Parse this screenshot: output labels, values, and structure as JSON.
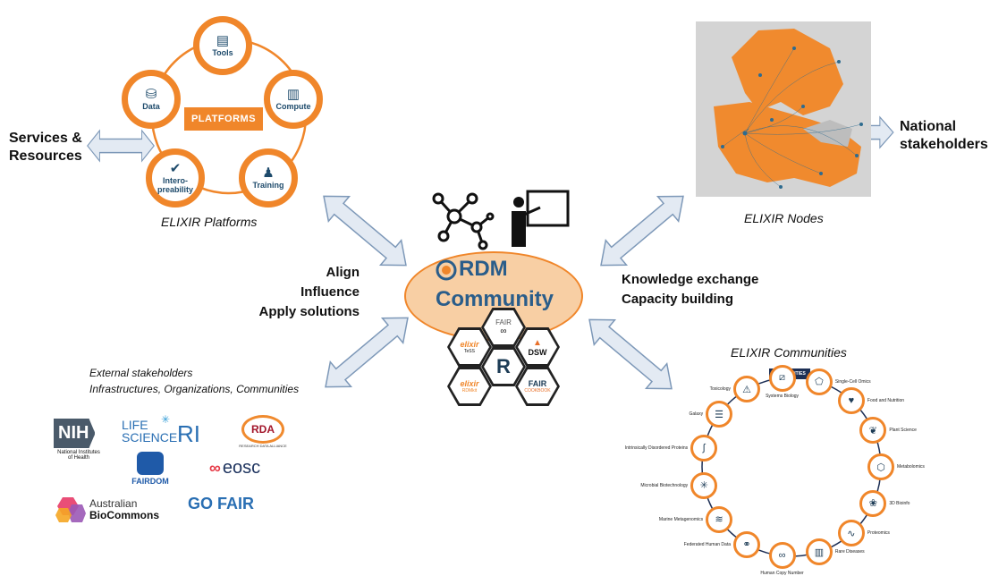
{
  "platforms": {
    "caption": "ELIXIR Platforms",
    "center_label": "PLATFORMS",
    "nodes": [
      {
        "label": "Tools",
        "icon": "toolbox-icon"
      },
      {
        "label": "Compute",
        "icon": "computer-icon"
      },
      {
        "label": "Training",
        "icon": "training-icon"
      },
      {
        "label": "Intero-\npreability",
        "icon": "checkmark-icon"
      },
      {
        "label": "Data",
        "icon": "database-icon"
      }
    ]
  },
  "left_side": {
    "services_label": "Services &\nResources"
  },
  "nodes_map": {
    "caption": "ELIXIR Nodes",
    "stakeholders_label": "National\nstakeholders"
  },
  "center": {
    "title_line1": "RDM",
    "title_line2": "Community",
    "left_text": [
      "Align",
      "Influence",
      "Apply solutions"
    ],
    "right_text": [
      "Knowledge exchange",
      "Capacity building"
    ],
    "hexagons": [
      {
        "label": "elixir",
        "sub": "TeSS"
      },
      {
        "label": "FAIR",
        "sub": ""
      },
      {
        "label": "DSW",
        "sub": ""
      },
      {
        "label": "R",
        "sub": ""
      },
      {
        "label": "elixir",
        "sub": "RDMkit"
      },
      {
        "label": "FAIR",
        "sub": "COOKBOOK"
      }
    ]
  },
  "external": {
    "caption_line1": "External stakeholders",
    "caption_line2": "Infrastructures, Organizations, Communities",
    "logos": {
      "nih": "NIH",
      "nih_sub": "National Institutes\nof Health",
      "lsri_life": "LIFE",
      "lsri_science": "SCIENCE",
      "lsri_ri": "RI",
      "rda": "RDA",
      "rda_sub": "RESEARCH DATA ALLIANCE",
      "fairdom": "FAIRDOM",
      "eosc": "eosc",
      "biocommons_line1": "Australian",
      "biocommons_line2": "BioCommons",
      "gofair": "GO FAIR"
    }
  },
  "communities": {
    "caption": "ELIXIR Communities",
    "header": "COMMUNITIES",
    "items": [
      "Systems Biology",
      "Single-Cell Omics",
      "Food and Nutrition",
      "Plant Science",
      "Metabolomics",
      "3D Bioinfo",
      "Proteomics",
      "Rare Diseases",
      "Human Copy Number",
      "Federated Human Data",
      "Marine Metagenomics",
      "Microbial Biotechnology",
      "Intrinsically Disordered Proteins",
      "Galaxy",
      "Toxicology"
    ]
  },
  "colors": {
    "orange": "#f0862a",
    "navy": "#1d4a6b",
    "arrow_fill": "#e3eaf3",
    "arrow_stroke": "#7d98b8",
    "ellipse": "#f8cfa4"
  }
}
